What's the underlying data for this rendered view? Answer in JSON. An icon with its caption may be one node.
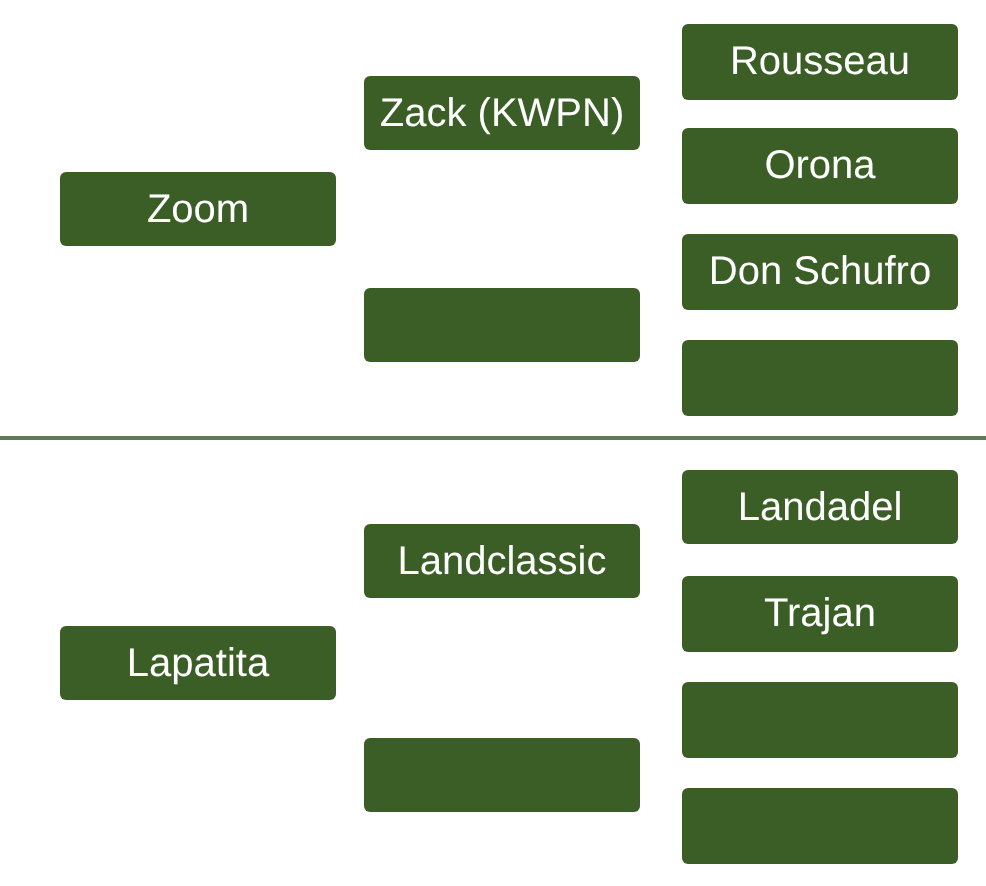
{
  "diagram": {
    "nodes": [
      {
        "text": [
          "Zoom"
        ]
      },
      {
        "text": [
          "Zack (KWPN)"
        ]
      },
      {
        "text": [],
        "shape": "box"
      },
      {
        "text": [
          "Rousseau"
        ]
      },
      {
        "text": [
          "Orona"
        ]
      },
      {
        "text": [
          "Don Schufro"
        ]
      },
      {
        "text": [],
        "shape": "box"
      },
      {
        "text": [
          "Lapatita"
        ]
      },
      {
        "text": [
          "Landclassic"
        ]
      },
      {
        "text": [],
        "shape": "box"
      },
      {
        "text": [
          "Landadel"
        ]
      },
      {
        "text": [
          "Trajan"
        ]
      },
      {
        "text": [],
        "shape": "box"
      },
      {
        "text": [],
        "shape": "box"
      }
    ]
  }
}
